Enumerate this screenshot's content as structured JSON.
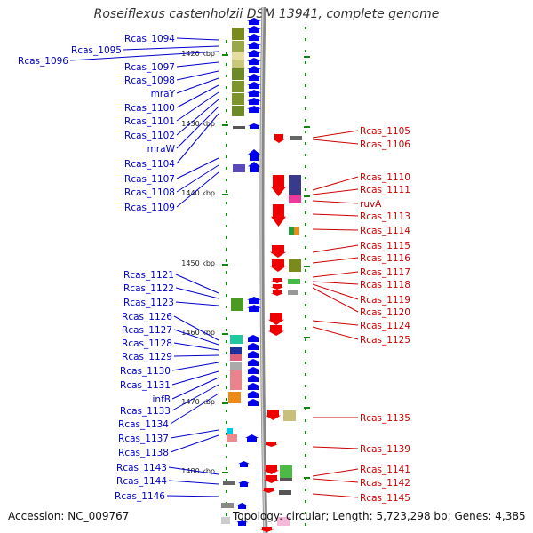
{
  "title": "Roseiflexus castenholzii DSM 13941, complete genome",
  "accession": "Accession: NC_009767",
  "topology": "Topology: circular; Length: 5,723,298 bp; Genes: 4,385",
  "colors": {
    "left_label": "#0000cc",
    "right_label": "#cc0000",
    "forward_arrow": "#0000ee",
    "reverse_arrow": "#ee0000",
    "backbone": "#888888",
    "tick": "#118811"
  },
  "scale_markers": [
    {
      "label": "1420 kbp",
      "pos": 1420
    },
    {
      "label": "1430 kbp",
      "pos": 1430
    },
    {
      "label": "1440 kbp",
      "pos": 1440
    },
    {
      "label": "1450 kbp",
      "pos": 1450
    },
    {
      "label": "1460 kbp",
      "pos": 1460
    },
    {
      "label": "1470 kbp",
      "pos": 1470
    },
    {
      "label": "1480 kbp",
      "pos": 1480
    }
  ],
  "left_genes": [
    "Rcas_1094",
    "Rcas_1095",
    "Rcas_1096",
    "Rcas_1097",
    "Rcas_1098",
    "mraY",
    "Rcas_1100",
    "Rcas_1101",
    "Rcas_1102",
    "mraW",
    "Rcas_1104",
    "Rcas_1107",
    "Rcas_1108",
    "Rcas_1109",
    "Rcas_1121",
    "Rcas_1122",
    "Rcas_1123",
    "Rcas_1126",
    "Rcas_1127",
    "Rcas_1128",
    "Rcas_1129",
    "Rcas_1130",
    "Rcas_1131",
    "infB",
    "Rcas_1133",
    "Rcas_1134",
    "Rcas_1137",
    "Rcas_1138",
    "Rcas_1143",
    "Rcas_1144",
    "Rcas_1146"
  ],
  "right_genes": [
    "Rcas_1105",
    "Rcas_1106",
    "Rcas_1110",
    "Rcas_1111",
    "ruvA",
    "Rcas_1113",
    "Rcas_1114",
    "Rcas_1115",
    "Rcas_1116",
    "Rcas_1117",
    "Rcas_1118",
    "Rcas_1119",
    "Rcas_1120",
    "Rcas_1124",
    "Rcas_1125",
    "Rcas_1135",
    "Rcas_1139",
    "Rcas_1141",
    "Rcas_1142",
    "Rcas_1145"
  ]
}
